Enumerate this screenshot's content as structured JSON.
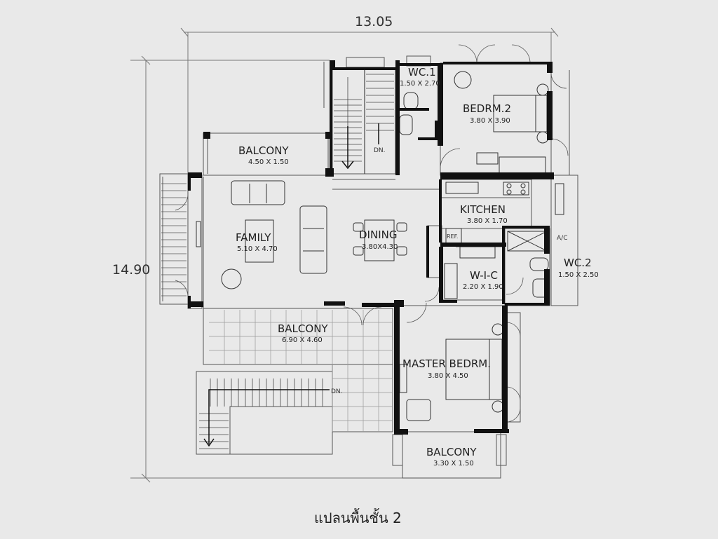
{
  "dimensions": {
    "width": "13.05",
    "height": "14.90"
  },
  "rooms": {
    "wc1": {
      "name": "WC.1",
      "size": "1.50 X 2.70"
    },
    "bedrm2": {
      "name": "BEDRM.2",
      "size": "3.80 X 3.90"
    },
    "balcony_top": {
      "name": "BALCONY",
      "size": "4.50 X 1.50"
    },
    "family": {
      "name": "FAMILY",
      "size": "5.10 X 4.70"
    },
    "dining": {
      "name": "DINING",
      "size": "3.80X4.30"
    },
    "kitchen": {
      "name": "KITCHEN",
      "size": "3.80 X 1.70"
    },
    "wic": {
      "name": "W-I-C",
      "size": "2.20 X 1.90"
    },
    "wc2": {
      "name": "WC.2",
      "size": "1.50 X 2.50"
    },
    "balcony_mid": {
      "name": "BALCONY",
      "size": "6.90 X 4.60"
    },
    "master": {
      "name": "MASTER BEDRM.",
      "size": "3.80 X 4.50"
    },
    "balcony_bottom": {
      "name": "BALCONY",
      "size": "3.30 X 1.50"
    }
  },
  "labels": {
    "dn1": "DN.",
    "dn2": "DN.",
    "ac": "A/C",
    "ref": "REF."
  },
  "caption": "แปลนพื้นชั้น 2",
  "colors": {
    "background": "#e9e9e9",
    "wall": "#111111",
    "line": "#555555",
    "dimension_line": "#777777"
  }
}
